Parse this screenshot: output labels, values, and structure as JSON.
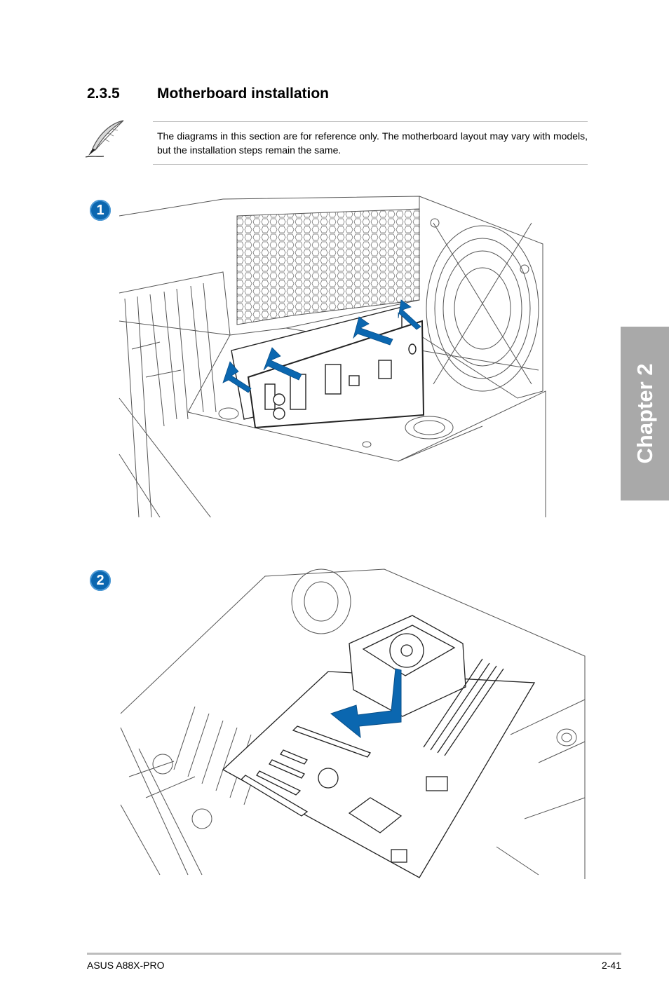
{
  "section": {
    "number": "2.3.5",
    "title": "Motherboard installation"
  },
  "note": {
    "icon": "feather-pen-icon",
    "text": "The diagrams in this section are for reference only. The motherboard layout may vary with models, but the installation steps remain the same."
  },
  "steps": [
    {
      "number": "1"
    },
    {
      "number": "2"
    }
  ],
  "chapter_tab": {
    "label": "Chapter 2",
    "color": "#a9a9a9"
  },
  "footer": {
    "left": "ASUS A88X-PRO",
    "right": "2-41"
  },
  "colors": {
    "accent": "#0b67b0"
  }
}
